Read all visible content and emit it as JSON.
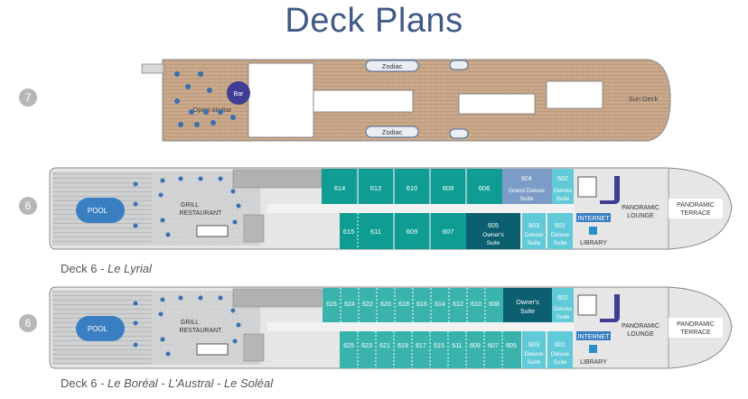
{
  "page": {
    "title": "Deck Plans"
  },
  "decks": {
    "deck7": {
      "number": "7",
      "labels": {
        "zodiac_top": "Zodiac",
        "zodiac_bottom": "Zodiac",
        "bar": "Bar",
        "open_air_bar": "Open-air Bar",
        "sun_deck": "Sun Deck"
      }
    },
    "deck6a": {
      "number": "6",
      "caption_prefix": "Deck 6 - ",
      "caption_ship": "Le Lyrial",
      "labels": {
        "pool": "POOL",
        "grill": "GRILL",
        "restaurant": "RESTAURANT",
        "panoramic_lounge_1": "PANORAMIC",
        "panoramic_lounge_2": "LOUNGE",
        "panoramic_terrace_1": "PANORAMIC",
        "panoramic_terrace_2": "TERRACE",
        "internet": "INTERNET",
        "library": "LIBRARY"
      },
      "top_cabins": [
        "614",
        "612",
        "610",
        "608",
        "606"
      ],
      "suite_604": {
        "number": "604",
        "line1": "Grand Deluxe",
        "line2": "Suite"
      },
      "suite_602": {
        "number": "602",
        "line1": "Deluxe",
        "line2": "Suite"
      },
      "bottom_cabins": [
        "615",
        "611",
        "609",
        "607"
      ],
      "owners_suite": {
        "number": "605",
        "line1": "Owner's",
        "line2": "Suite"
      },
      "suite_603": {
        "number": "603",
        "line1": "Deluxe",
        "line2": "Suite"
      },
      "suite_601": {
        "number": "601",
        "line1": "Deluxe",
        "line2": "Suite"
      }
    },
    "deck6b": {
      "number": "6",
      "caption_prefix": "Deck 6 - ",
      "caption_ships": "Le Boréal - L'Austral - Le Soléal",
      "labels": {
        "pool": "POOL",
        "grill": "GRILL",
        "restaurant": "RESTAURANT",
        "panoramic_lounge_1": "PANORAMIC",
        "panoramic_lounge_2": "LOUNGE",
        "panoramic_terrace_1": "PANORAMIC",
        "panoramic_terrace_2": "TERRACE",
        "internet": "INTERNET",
        "library": "LIBRARY"
      },
      "top_cabins": [
        "626",
        "624",
        "622",
        "620",
        "618",
        "616",
        "614",
        "612",
        "610",
        "608"
      ],
      "owners_suite": {
        "line1": "Owner's",
        "line2": "Suite"
      },
      "suite_602": {
        "number": "602",
        "line1": "Deluxe",
        "line2": "Suite"
      },
      "bottom_cabins": [
        "625",
        "623",
        "621",
        "619",
        "617",
        "615",
        "611",
        "609",
        "607",
        "605"
      ],
      "suite_603": {
        "number": "603",
        "line1": "Deluxe",
        "line2": "Suite"
      },
      "suite_601": {
        "number": "601",
        "line1": "Deluxe",
        "line2": "Suite"
      }
    }
  },
  "colors": {
    "teal_dark": "#0f9d93",
    "teal_mid": "#3bb3ad",
    "cyan_light": "#60cad8",
    "owner_dark": "#0b5f6e",
    "steel_blue": "#7c9cc8",
    "pool_blue": "#3a7fc1",
    "purple": "#3f3d94",
    "title_blue": "#3f5a86"
  }
}
